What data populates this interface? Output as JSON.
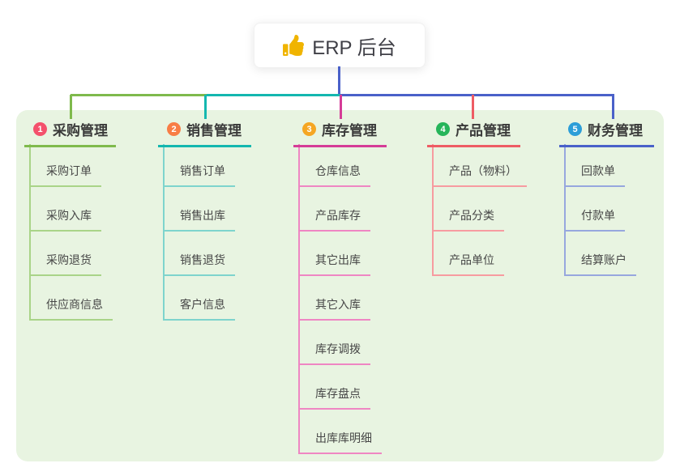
{
  "root": {
    "label": "ERP 后台",
    "icon": "thumbs-up-icon",
    "icon_color": "#f0b400"
  },
  "canvas": {
    "background": "#ffffff",
    "panel_fill": "#e8f4e1"
  },
  "connectors": {
    "trunk_color": "#4a61c9",
    "bus_colors": [
      "#7fba4c",
      "#14b7af",
      "#4a61c9"
    ]
  },
  "branches": [
    {
      "index": "1",
      "label": "采购管理",
      "badge_color": "#f4516c",
      "line_color": "#7fba4c",
      "child_line_color": "#a9d488",
      "children": [
        "采购订单",
        "采购入库",
        "采购退货",
        "供应商信息"
      ]
    },
    {
      "index": "2",
      "label": "销售管理",
      "badge_color": "#f87d45",
      "line_color": "#14b7af",
      "child_line_color": "#7ed4cd",
      "children": [
        "销售订单",
        "销售出库",
        "销售退货",
        "客户信息"
      ]
    },
    {
      "index": "3",
      "label": "库存管理",
      "badge_color": "#f5a623",
      "line_color": "#d53c97",
      "child_line_color": "#ef86c3",
      "children": [
        "仓库信息",
        "产品库存",
        "其它出库",
        "其它入库",
        "库存调拨",
        "库存盘点",
        "出库库明细"
      ]
    },
    {
      "index": "4",
      "label": "产品管理",
      "badge_color": "#26b55a",
      "line_color": "#ee5c64",
      "child_line_color": "#f79ba0",
      "children": [
        "产品（物料）",
        "产品分类",
        "产品单位"
      ]
    },
    {
      "index": "5",
      "label": "财务管理",
      "badge_color": "#2c9ed8",
      "line_color": "#4a61c9",
      "child_line_color": "#97a7de",
      "children": [
        "回款单",
        "付款单",
        "结算账户"
      ]
    }
  ]
}
